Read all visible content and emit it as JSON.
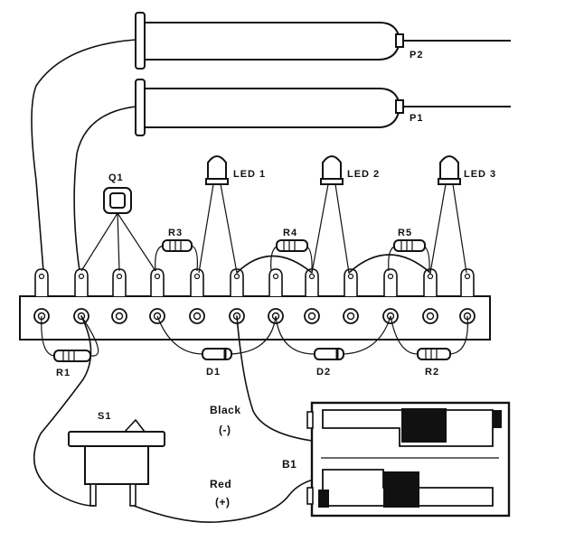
{
  "labels": {
    "p2": "P2",
    "p1": "P1",
    "q1": "Q1",
    "led1": "LED 1",
    "led2": "LED 2",
    "led3": "LED 3",
    "r3": "R3",
    "r4": "R4",
    "r5": "R5",
    "r1": "R1",
    "d1": "D1",
    "d2": "D2",
    "r2": "R2",
    "s1": "S1",
    "b1": "B1",
    "black": "Black",
    "minus": "(-)",
    "red": "Red",
    "plus": "(+)"
  },
  "colors": {
    "ink": "#111111",
    "paper": "#ffffff"
  }
}
